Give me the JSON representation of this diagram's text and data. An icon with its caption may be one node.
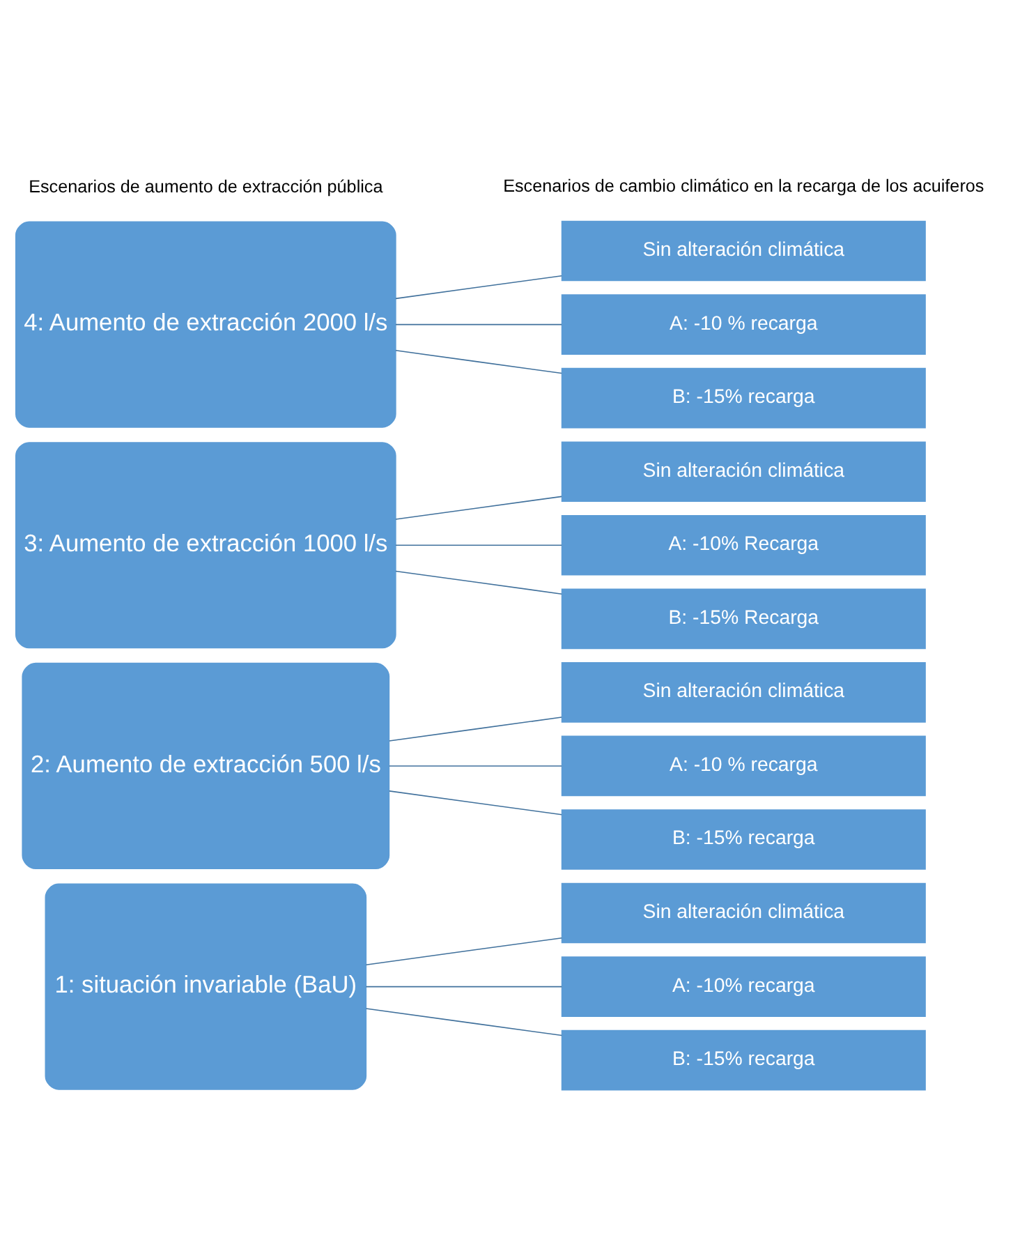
{
  "diagram": {
    "nodes": [
      {
        "text": [
          "1: situación invariable (BaU)"
        ]
      },
      {
        "text": [
          "Sin alteración climática"
        ]
      },
      {
        "text": [
          "A: -10% recarga"
        ]
      },
      {
        "text": [
          "B: -15% recarga"
        ]
      },
      {
        "text": [
          "2: Aumento de extracción 500 l/s"
        ]
      },
      {
        "text": [
          "Sin alteración climática"
        ]
      },
      {
        "text": [
          "A: -10 % recarga"
        ]
      },
      {
        "text": [
          "B: -15% recarga"
        ]
      },
      {
        "text": [
          "3: Aumento de extracción 1000 l/s"
        ]
      },
      {
        "text": [
          "Sin alteración climática"
        ]
      },
      {
        "text": [
          "A: -10% Recarga"
        ]
      },
      {
        "text": [
          "B: -15% Recarga"
        ]
      },
      {
        "text": [
          "4: Aumento de extracción 2000 l/s"
        ]
      },
      {
        "text": [
          "Sin alteración climática"
        ]
      },
      {
        "text": [
          "A: -10 % recarga"
        ]
      },
      {
        "text": [
          "B: -15% recarga"
        ]
      }
    ],
    "edges": [
      {
        "from": 0,
        "to": 1,
        "arrow": "none"
      },
      {
        "from": 0,
        "to": 2,
        "arrow": "none"
      },
      {
        "from": 0,
        "to": 3,
        "arrow": "none"
      },
      {
        "from": 4,
        "to": 5,
        "arrow": "none"
      },
      {
        "from": 4,
        "to": 6,
        "arrow": "none"
      },
      {
        "from": 4,
        "to": 7,
        "arrow": "none"
      },
      {
        "from": 8,
        "to": 9,
        "arrow": "none"
      },
      {
        "from": 8,
        "to": 10,
        "arrow": "none"
      },
      {
        "from": 8,
        "to": 11,
        "arrow": "none"
      },
      {
        "from": 12,
        "to": 13,
        "arrow": "none"
      },
      {
        "from": 12,
        "to": 14,
        "arrow": "none"
      },
      {
        "from": 12,
        "to": 15,
        "arrow": "none"
      }
    ],
    "labels": [
      "Escenarios de aumento de extracción pública",
      "Escenarios de cambio climático en la recarga de los acuiferos"
    ]
  }
}
